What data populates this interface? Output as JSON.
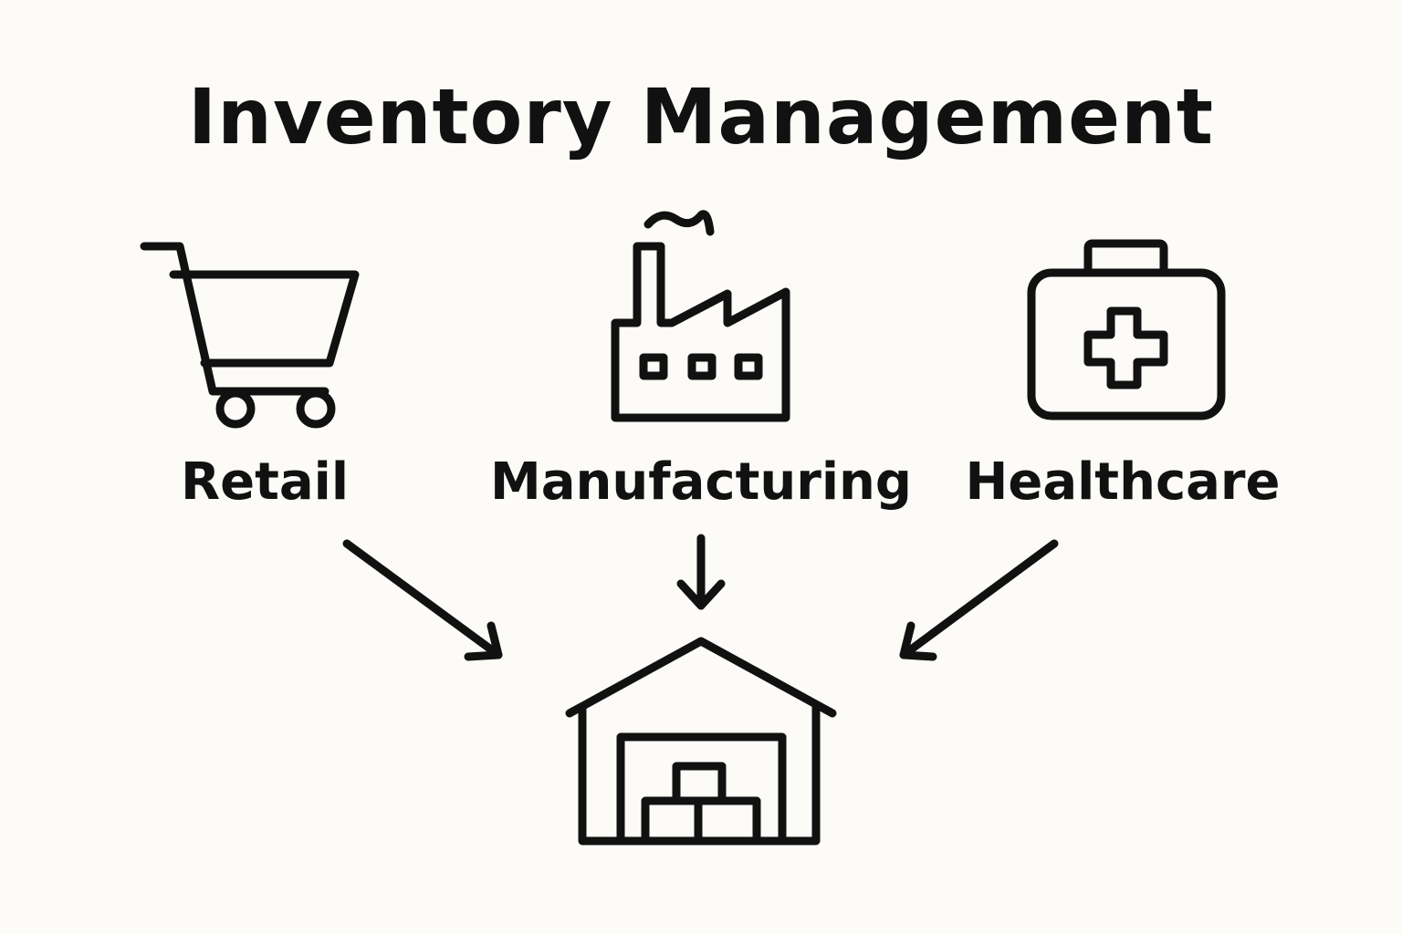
{
  "title": "Inventory Management",
  "sources": [
    {
      "label": "Retail",
      "icon": "shopping-cart-icon"
    },
    {
      "label": "Manufacturing",
      "icon": "factory-icon"
    },
    {
      "label": "Healthcare",
      "icon": "first-aid-kit-icon"
    }
  ],
  "target": {
    "icon": "warehouse-icon"
  },
  "colors": {
    "background": "#fcfbf7",
    "ink": "#111111"
  }
}
